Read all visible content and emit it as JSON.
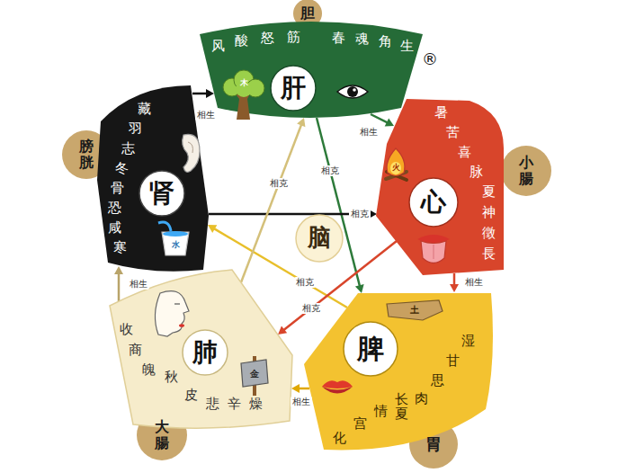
{
  "diagram": {
    "nodes": [
      {
        "text": [
          "胆"
        ]
      },
      {
        "text": [
          "风",
          "酸",
          "怒",
          "筋",
          "春",
          "魂",
          "角",
          "生"
        ]
      },
      {
        "text": [
          "肝"
        ],
        "in": 1
      },
      {
        "text": [
          "膀胱"
        ]
      },
      {
        "text": [
          "藏",
          "羽",
          "志",
          "冬",
          "骨",
          "恐",
          "咸",
          "寒"
        ]
      },
      {
        "text": [
          "肾"
        ],
        "in": 4
      },
      {
        "text": [
          "脑"
        ]
      },
      {
        "text": [
          "小腸"
        ]
      },
      {
        "text": [
          "暑",
          "苦",
          "喜",
          "脉",
          "夏",
          "神",
          "徵",
          "長"
        ]
      },
      {
        "text": [
          "心"
        ],
        "in": 8
      },
      {
        "text": [
          "大腸"
        ]
      },
      {
        "text": [
          "收",
          "商",
          "魄",
          "秋",
          "皮",
          "悲",
          "辛",
          "燥"
        ]
      },
      {
        "text": [
          "肺"
        ],
        "in": 11
      },
      {
        "text": [
          "胃"
        ]
      },
      {
        "text": [
          "湿",
          "甘",
          "思",
          "肉",
          "长夏",
          "情",
          "宫",
          "化"
        ]
      },
      {
        "text": [
          "脾"
        ],
        "in": 14
      }
    ],
    "edges": [
      {
        "from": 4,
        "to": 1,
        "arrow": "to",
        "label": "相生"
      },
      {
        "from": 1,
        "to": 8,
        "arrow": "to",
        "label": "相生"
      },
      {
        "from": 8,
        "to": 14,
        "arrow": "to",
        "label": "相生"
      },
      {
        "from": 14,
        "to": 11,
        "arrow": "to",
        "label": "相生"
      },
      {
        "from": 11,
        "to": 4,
        "arrow": "to",
        "label": "相生"
      },
      {
        "from": 1,
        "to": 14,
        "arrow": "to",
        "label": "相克"
      },
      {
        "from": 14,
        "to": 4,
        "arrow": "to",
        "label": "相克"
      },
      {
        "from": 4,
        "to": 8,
        "arrow": "to",
        "label": "相克"
      },
      {
        "from": 8,
        "to": 11,
        "arrow": "to",
        "label": "相克"
      },
      {
        "from": 11,
        "to": 1,
        "arrow": "to",
        "label": "相克"
      }
    ],
    "labels": [
      "®",
      "木",
      "火",
      "土",
      "金",
      "水"
    ]
  }
}
